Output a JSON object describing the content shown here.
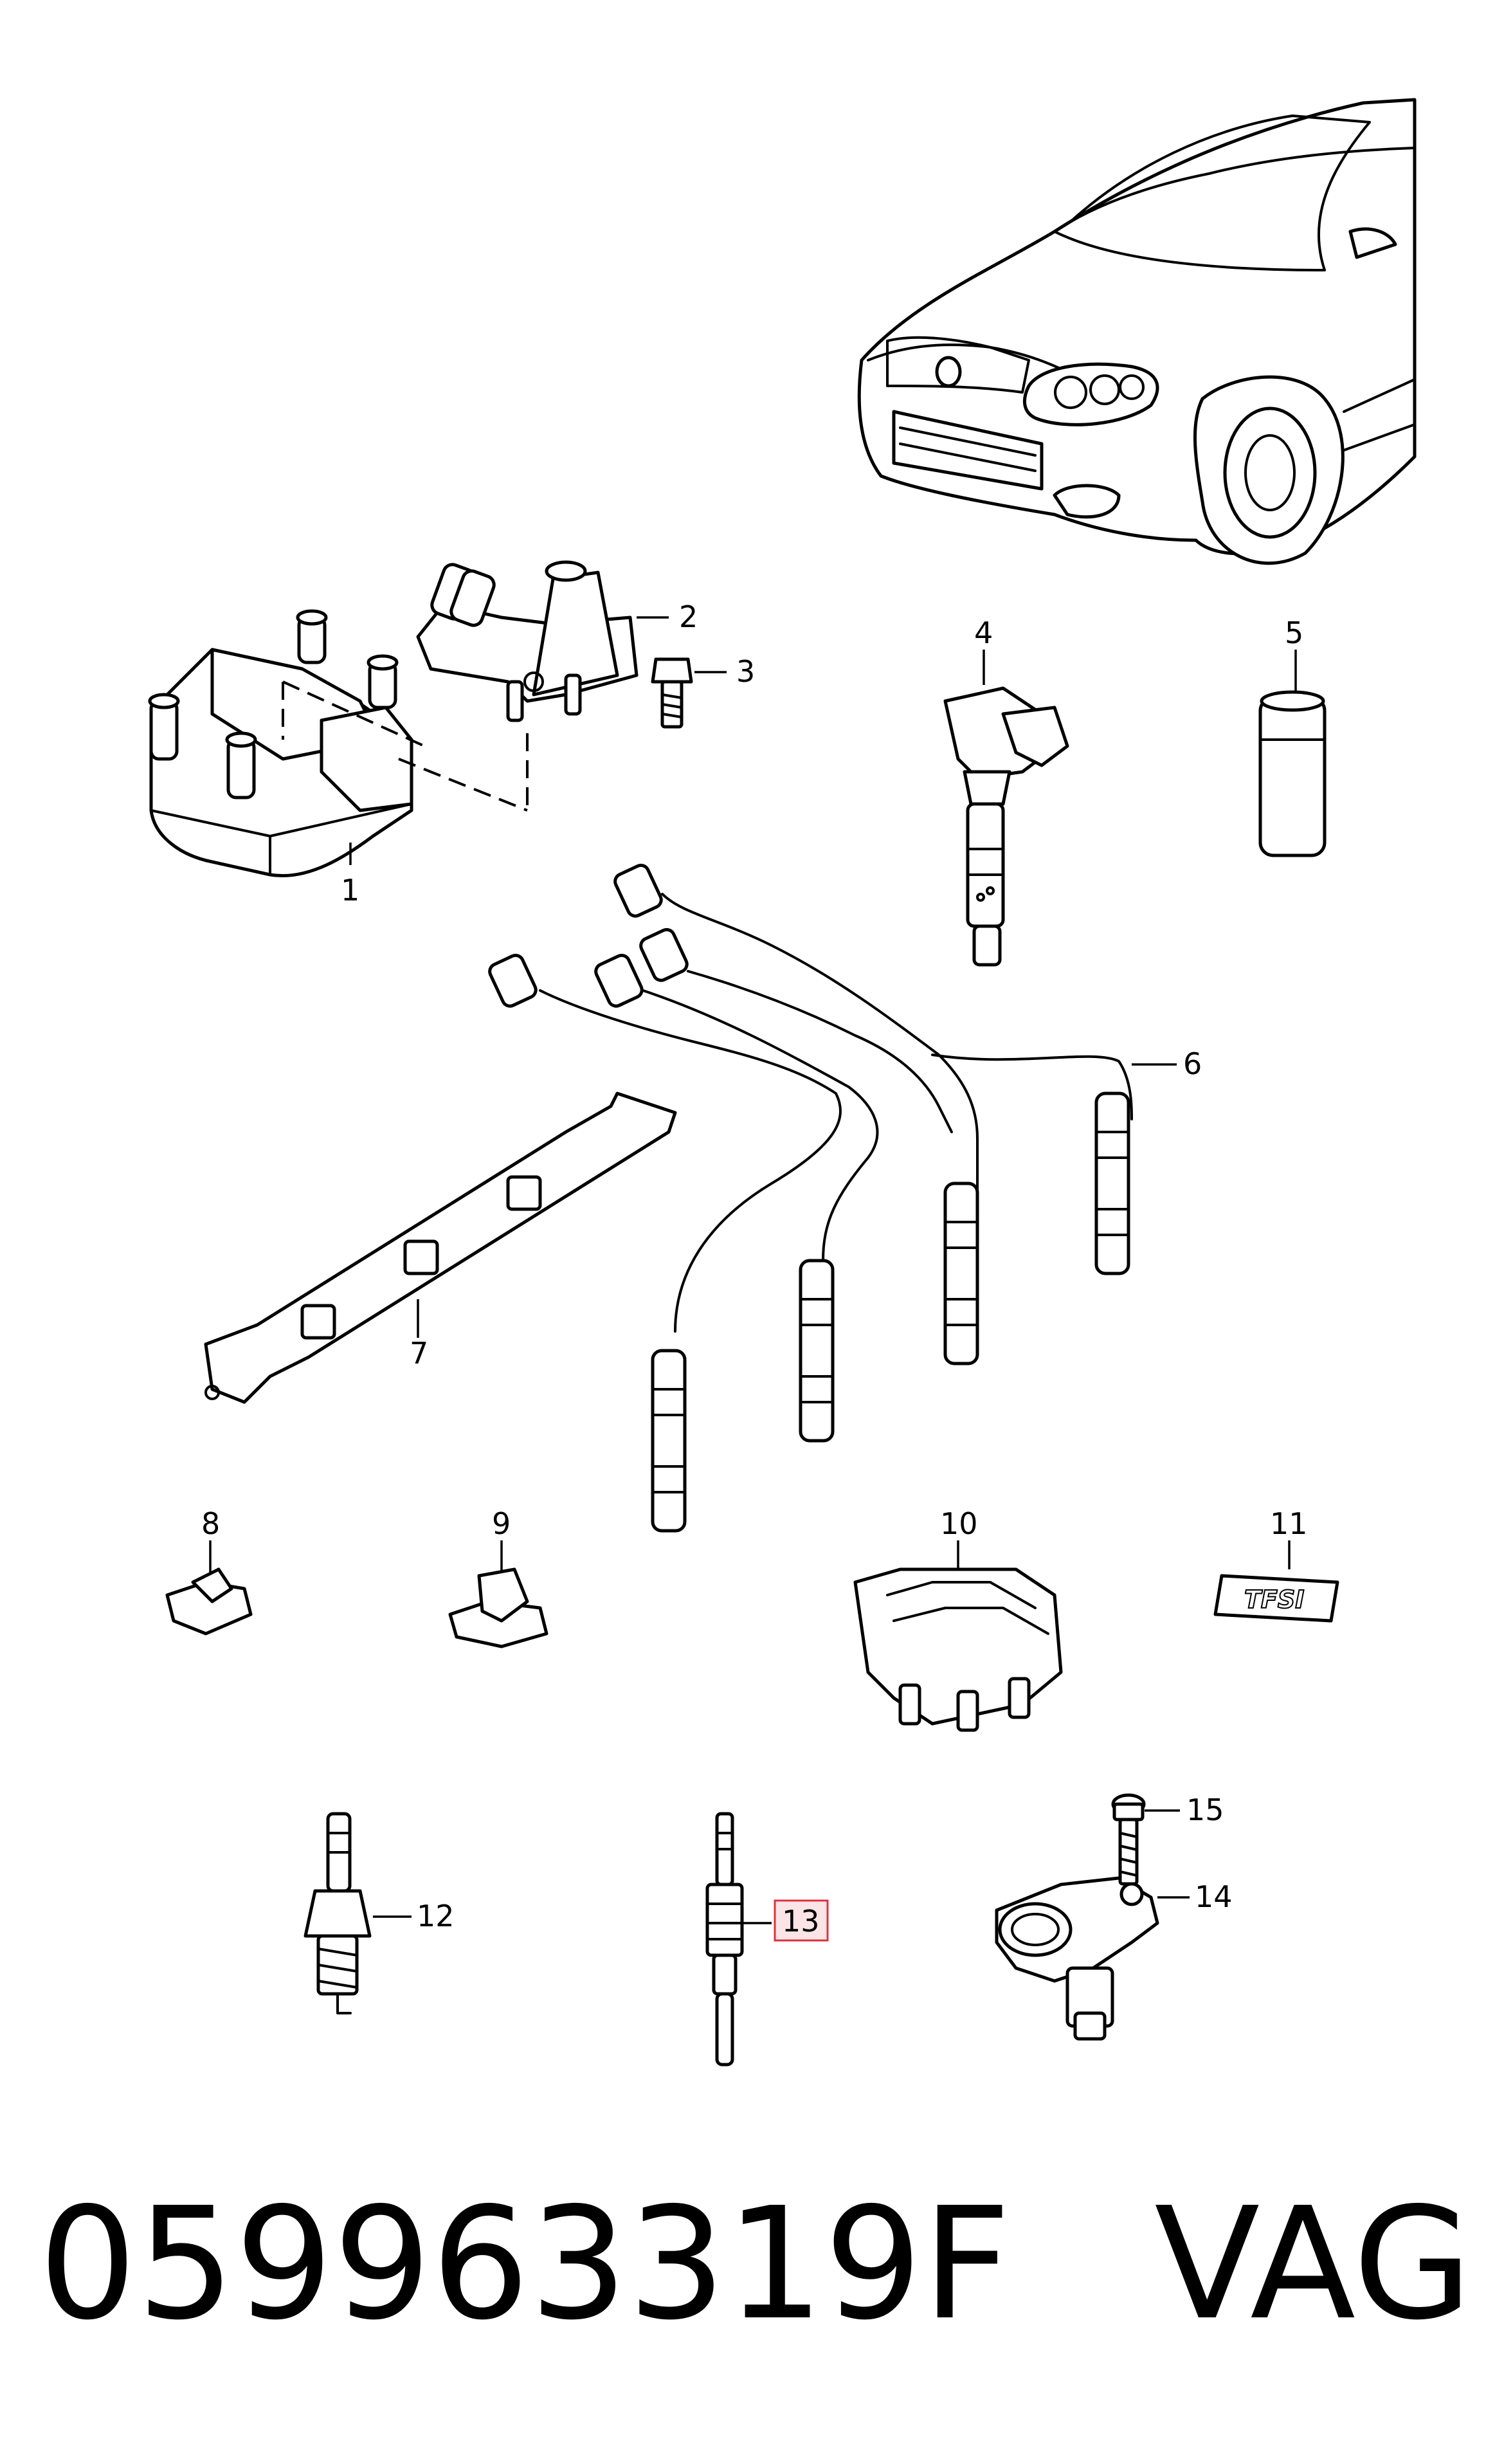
{
  "diagram": {
    "highlight_color": "#d9333f",
    "highlight_fill": "#fbe4e6",
    "callouts": [
      {
        "id": "1",
        "label": "1"
      },
      {
        "id": "2",
        "label": "2"
      },
      {
        "id": "3",
        "label": "3"
      },
      {
        "id": "4",
        "label": "4"
      },
      {
        "id": "5",
        "label": "5"
      },
      {
        "id": "6",
        "label": "6"
      },
      {
        "id": "7",
        "label": "7"
      },
      {
        "id": "8",
        "label": "8"
      },
      {
        "id": "9",
        "label": "9"
      },
      {
        "id": "10",
        "label": "10"
      },
      {
        "id": "11",
        "label": "11"
      },
      {
        "id": "12",
        "label": "12"
      },
      {
        "id": "13",
        "label": "13",
        "highlighted": true
      },
      {
        "id": "14",
        "label": "14"
      },
      {
        "id": "15",
        "label": "15"
      }
    ],
    "badge_text": "TFSI"
  },
  "footer": {
    "part_number": "059963319F",
    "brand": "VAG"
  }
}
